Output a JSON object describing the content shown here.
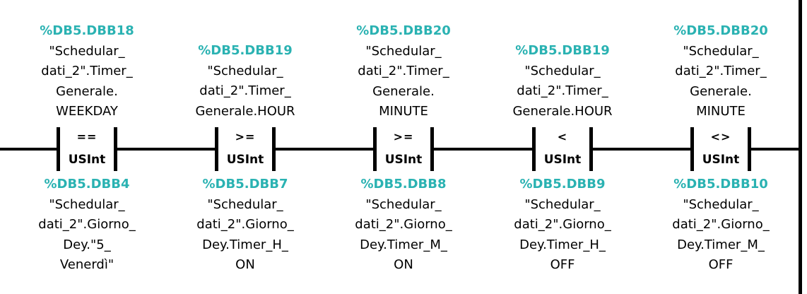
{
  "ladder": {
    "contacts": [
      {
        "operator": "==",
        "type": "USInt",
        "top": {
          "address": "%DB5.DBB18",
          "lines": [
            "\"Schedular_",
            "dati_2\".Timer_",
            "Generale.",
            "WEEKDAY"
          ]
        },
        "bottom": {
          "address": "%DB5.DBB4",
          "lines": [
            "\"Schedular_",
            "dati_2\".Giorno_",
            "Dey.\"5_",
            "Venerdì\""
          ]
        }
      },
      {
        "operator": ">=",
        "type": "USInt",
        "top": {
          "address": "%DB5.DBB19",
          "lines": [
            "\"Schedular_",
            "dati_2\".Timer_",
            "Generale.HOUR"
          ]
        },
        "bottom": {
          "address": "%DB5.DBB7",
          "lines": [
            "\"Schedular_",
            "dati_2\".Giorno_",
            "Dey.Timer_H_",
            "ON"
          ]
        }
      },
      {
        "operator": ">=",
        "type": "USInt",
        "top": {
          "address": "%DB5.DBB20",
          "lines": [
            "\"Schedular_",
            "dati_2\".Timer_",
            "Generale.",
            "MINUTE"
          ]
        },
        "bottom": {
          "address": "%DB5.DBB8",
          "lines": [
            "\"Schedular_",
            "dati_2\".Giorno_",
            "Dey.Timer_M_",
            "ON"
          ]
        }
      },
      {
        "operator": "<",
        "type": "USInt",
        "top": {
          "address": "%DB5.DBB19",
          "lines": [
            "\"Schedular_",
            "dati_2\".Timer_",
            "Generale.HOUR"
          ]
        },
        "bottom": {
          "address": "%DB5.DBB9",
          "lines": [
            "\"Schedular_",
            "dati_2\".Giorno_",
            "Dey.Timer_H_",
            "OFF"
          ]
        }
      },
      {
        "operator": "<>",
        "type": "USInt",
        "top": {
          "address": "%DB5.DBB20",
          "lines": [
            "\"Schedular_",
            "dati_2\".Timer_",
            "Generale.",
            "MINUTE"
          ]
        },
        "bottom": {
          "address": "%DB5.DBB10",
          "lines": [
            "\"Schedular_",
            "dati_2\".Giorno_",
            "Dey.Timer_M_",
            "OFF"
          ]
        }
      }
    ],
    "colors": {
      "address": "#2ab2b2",
      "wire": "#000000",
      "background": "#ffffff"
    }
  }
}
